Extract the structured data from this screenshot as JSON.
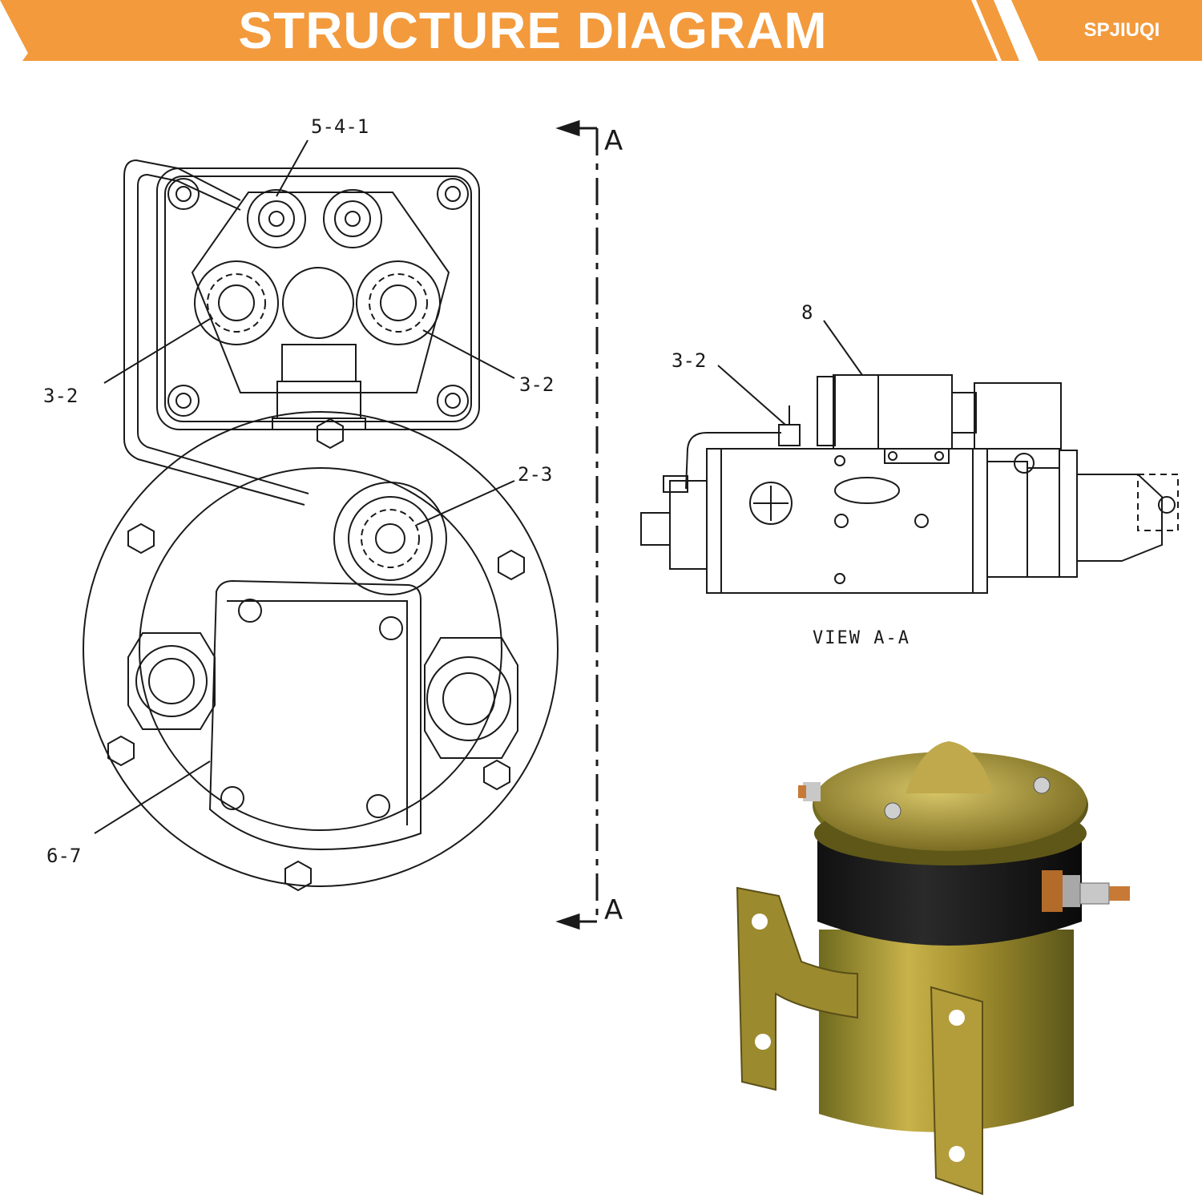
{
  "header": {
    "title": "STRUCTURE DIAGRAM",
    "brand": "SPJIUQI",
    "accent_color": "#f39a3c",
    "text_color": "#ffffff"
  },
  "front_view": {
    "callouts": [
      "5-4-1",
      "3-2",
      "3-2",
      "2-3",
      "6-7"
    ]
  },
  "section": {
    "top_label": "A",
    "bottom_label": "A"
  },
  "side_view": {
    "callouts": [
      "8",
      "3-2"
    ],
    "caption": "VIEW A-A"
  },
  "photo": {
    "icon": "solenoid-relay-photo"
  }
}
